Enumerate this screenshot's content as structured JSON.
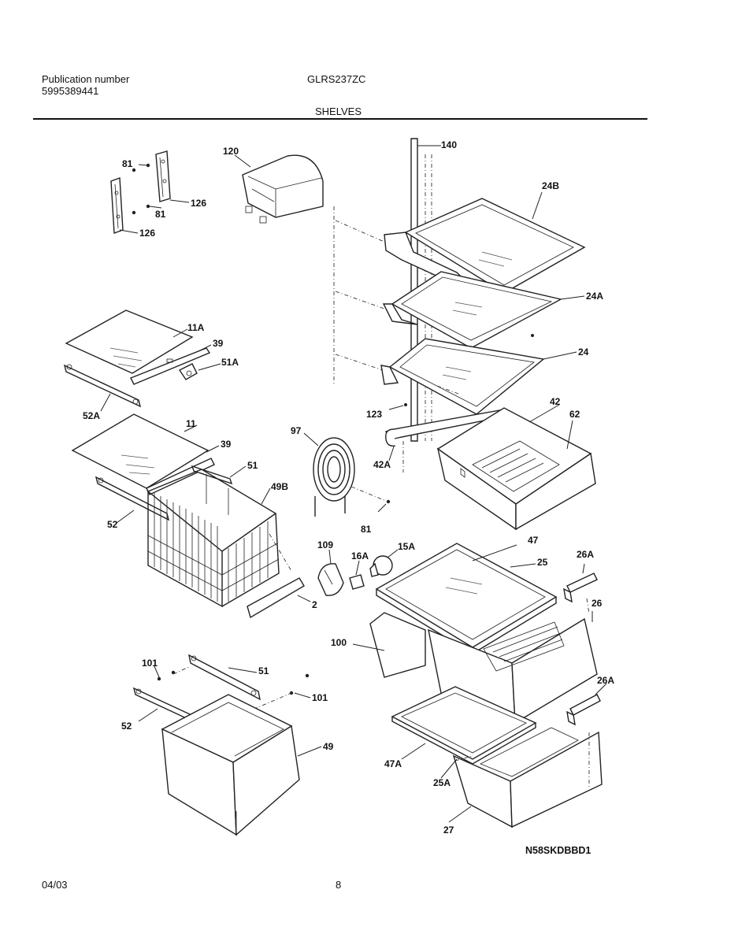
{
  "header": {
    "publication_label": "Publication number",
    "publication_number": "5995389441",
    "model": "GLRS237ZC",
    "section_title": "SHELVES"
  },
  "footer": {
    "date": "04/03",
    "page_number": "8",
    "diagram_code": "N58SKDBBD1"
  },
  "callouts": {
    "c140": "140",
    "c24b": "24B",
    "c24a": "24A",
    "c24": "24",
    "c42": "42",
    "c62": "62",
    "c123": "123",
    "c42a": "42A",
    "c81a": "81",
    "c81b": "81",
    "c126a": "126",
    "c126b": "126",
    "c120": "120",
    "c11a": "11A",
    "c39a": "39",
    "c51a": "51A",
    "c52a": "52A",
    "c11": "11",
    "c39b": "39",
    "c51": "51",
    "c49b": "49B",
    "c52": "52",
    "c97": "97",
    "c81c": "81",
    "c109": "109",
    "c16a": "16A",
    "c15a": "15A",
    "c2": "2",
    "c47": "47",
    "c25": "25",
    "c26a": "26A",
    "c26": "26",
    "c100": "100",
    "c101a": "101",
    "c51b": "51",
    "c101b": "101",
    "c52b": "52",
    "c49": "49",
    "c26a2": "26A",
    "c47a": "47A",
    "c25a": "25A",
    "c27": "27"
  }
}
